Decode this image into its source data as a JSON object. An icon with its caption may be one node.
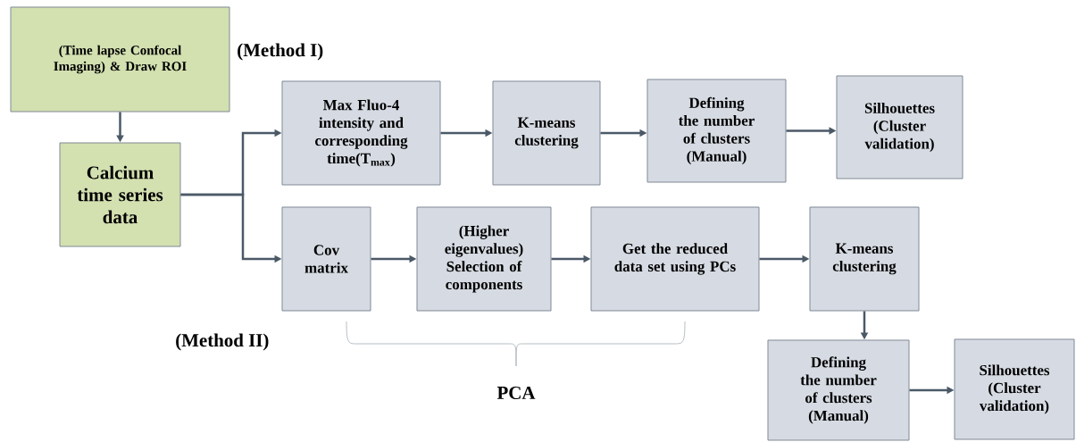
{
  "diagram": {
    "nodes": [
      {
        "text": [
          "(Time lapse Confocal Imaging) & Draw ROI"
        ]
      },
      {
        "text": [
          "Calcium time series data"
        ]
      },
      {
        "text": [
          "Max Fluo-4 intensity and corresponding time(T$_{max}$)"
        ]
      },
      {
        "text": [
          "K-means clustering"
        ]
      },
      {
        "text": [
          "Defining the number of clusters (Manual)"
        ]
      },
      {
        "text": [
          "Silhouettes (Cluster validation)"
        ]
      },
      {
        "text": [
          "Cov matrix"
        ]
      },
      {
        "text": [
          "(Higher eigenvalues) Selection of components"
        ]
      },
      {
        "text": [
          "Get the reduced data set using PCs"
        ]
      },
      {
        "text": [
          "K-means clustering"
        ]
      },
      {
        "text": [
          "Defining the number of clusters (Manual)"
        ]
      },
      {
        "text": [
          "Silhouettes (Cluster validation)"
        ]
      }
    ],
    "edges": [
      {
        "from": 0,
        "to": 1,
        "arrow": "to"
      },
      {
        "from": 1,
        "to": 2,
        "arrow": "to"
      },
      {
        "from": 1,
        "to": 6,
        "arrow": "to"
      },
      {
        "from": 2,
        "to": 3,
        "arrow": "to"
      },
      {
        "from": 3,
        "to": 4,
        "arrow": "to"
      },
      {
        "from": 4,
        "to": 5,
        "arrow": "to"
      },
      {
        "from": 6,
        "to": 7,
        "arrow": "to"
      },
      {
        "from": 7,
        "to": 8,
        "arrow": "to"
      },
      {
        "from": 8,
        "to": 9,
        "arrow": "to"
      },
      {
        "from": 9,
        "to": 10,
        "arrow": "to"
      },
      {
        "from": 10,
        "to": 11,
        "arrow": "to"
      }
    ],
    "labels": [
      "(Method I)",
      "(Method II)",
      "PCA"
    ]
  }
}
